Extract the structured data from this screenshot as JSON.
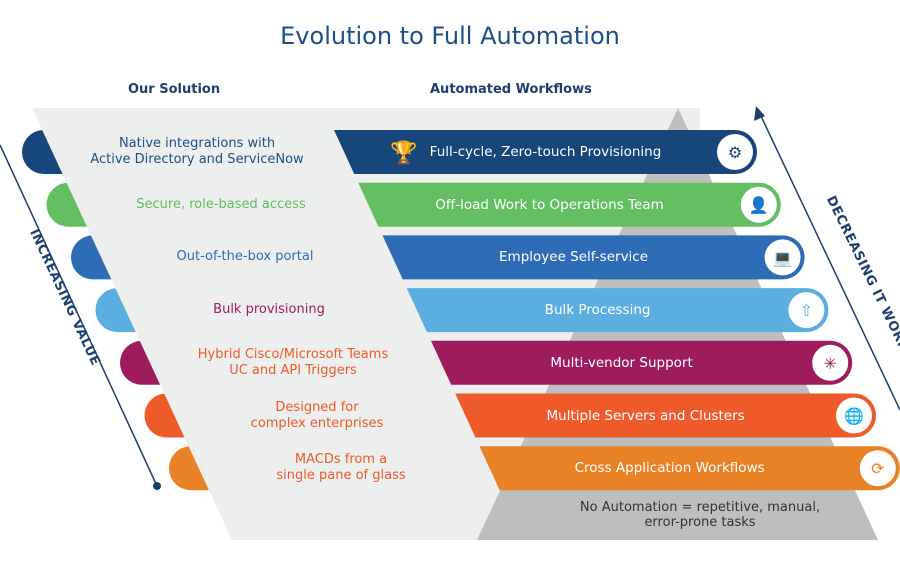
{
  "title": "Evolution to Full Automation",
  "headers": {
    "our_solution": "Our Solution",
    "automated_workflows": "Automated Workflows"
  },
  "axes": {
    "left": "INCREASING VALUE",
    "right": "DECREASING IT WORKLOAD"
  },
  "rows": [
    {
      "solution": [
        "Native integrations with",
        "Active Directory and ServiceNow"
      ],
      "workflow": "Full-cycle, Zero-touch Provisioning",
      "color": "#17467a",
      "text_color": "#1d4f87",
      "icon": "gear-arrow-icon"
    },
    {
      "solution": [
        "Secure, role-based access"
      ],
      "workflow": "Off-load Work to Operations Team",
      "color": "#63bf62",
      "text_color": "#5cbf5f",
      "icon": "operator-person-icon"
    },
    {
      "solution": [
        "Out-of-the-box portal"
      ],
      "workflow": "Employee Self-service",
      "color": "#2e6db5",
      "text_color": "#2e6db5",
      "icon": "user-at-computer-icon"
    },
    {
      "solution": [
        "Bulk provisioning"
      ],
      "workflow": "Bulk Processing",
      "color": "#5aaee0",
      "text_color": "#a01c5f",
      "icon": "upload-box-icon"
    },
    {
      "solution": [
        "Hybrid Cisco/Microsoft Teams",
        "UC and API Triggers"
      ],
      "workflow": "Multi-vendor Support",
      "color": "#9e1c5e",
      "text_color": "#ef5a28",
      "icon": "network-nodes-icon"
    },
    {
      "solution": [
        "Designed for",
        "complex enterprises"
      ],
      "workflow": "Multiple Servers and Clusters",
      "color": "#ef5a2b",
      "text_color": "#ef5a28",
      "icon": "globe-icon"
    },
    {
      "solution": [
        "MACDs from a",
        "single pane of glass"
      ],
      "workflow": "Cross Application Workflows",
      "color": "#e98226",
      "text_color": "#ef5a28",
      "icon": "app-workflow-icon"
    }
  ],
  "footer": [
    "No Automation = repetitive, manual,",
    "error-prone tasks"
  ],
  "colors": {
    "panel": "#edefef",
    "pyramid": "#bdbec0",
    "axis": "#1d3f6e"
  }
}
